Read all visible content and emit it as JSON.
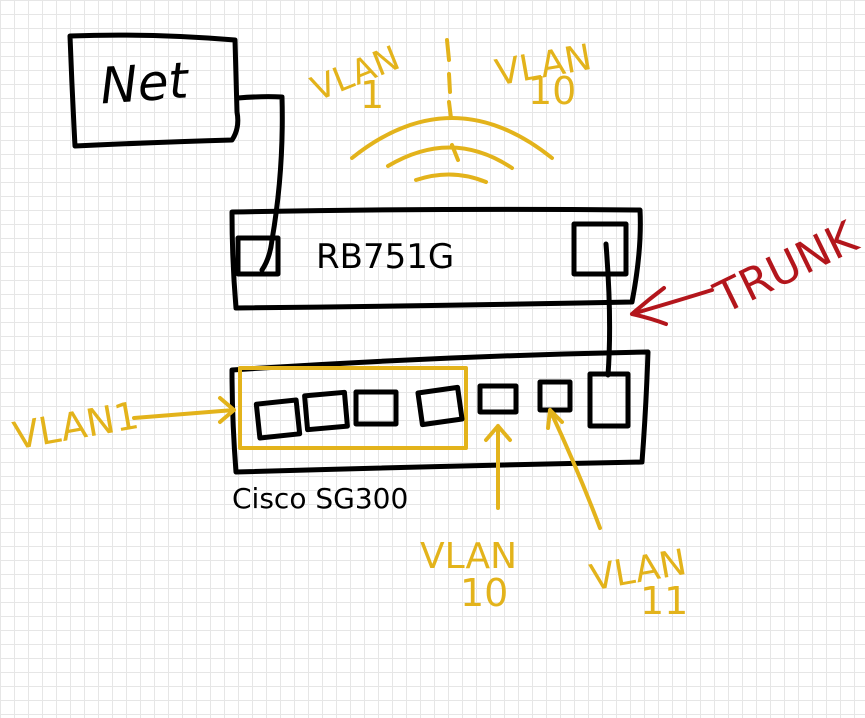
{
  "labels": {
    "net": "Net",
    "router": "RB751G",
    "switch": "Cisco SG300",
    "trunk": "TRUNK",
    "wifi_vlan_1": [
      "VLAN",
      "1"
    ],
    "wifi_vlan_10": [
      "VLAN",
      "10"
    ],
    "port_group_vlan": "VLAN1",
    "port_vlan_10": [
      "VLAN",
      "10"
    ],
    "port_vlan_11": [
      "VLAN",
      "11"
    ]
  },
  "colors": {
    "ink": "#000000",
    "vlan": "#e3b31b",
    "trunk": "#b3161c",
    "grid": "#e6e6e6"
  }
}
